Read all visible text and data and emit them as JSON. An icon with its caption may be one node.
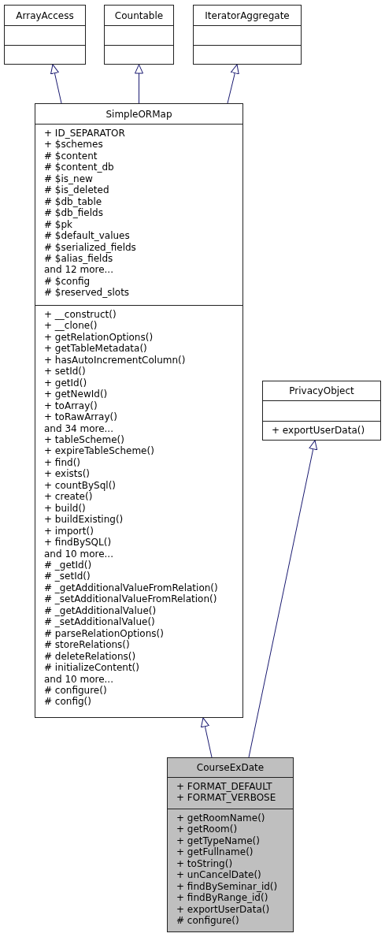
{
  "diagram": {
    "nodes": [
      {
        "text": [
          "ArrayAccess"
        ]
      },
      {
        "text": [],
        "shape": "box",
        "in": 0
      },
      {
        "text": [],
        "shape": "box",
        "in": 0
      },
      {
        "text": [
          "Countable"
        ]
      },
      {
        "text": [],
        "shape": "box",
        "in": 3
      },
      {
        "text": [],
        "shape": "box",
        "in": 3
      },
      {
        "text": [
          "IteratorAggregate"
        ]
      },
      {
        "text": [],
        "shape": "box",
        "in": 6
      },
      {
        "text": [],
        "shape": "box",
        "in": 6
      },
      {
        "text": [
          "SimpleORMap"
        ]
      },
      {
        "text": [
          "+ ID_SEPARATOR",
          "+ $schemes",
          "# $content",
          "# $content_db",
          "# $is_new",
          "# $is_deleted",
          "# $db_table",
          "# $db_fields",
          "# $pk",
          "# $default_values",
          "# $serialized_fields",
          "# $alias_fields",
          "and 12 more...",
          "# $config",
          "# $reserved_slots"
        ],
        "in": 9
      },
      {
        "text": [
          "+ __construct()",
          "+ __clone()",
          "+ getRelationOptions()",
          "+ getTableMetadata()",
          "+ hasAutoIncrementColumn()",
          "+ setId()",
          "+ getId()",
          "+ getNewId()",
          "+ toArray()",
          "+ toRawArray()",
          "and 34 more...",
          "+ tableScheme()",
          "+ expireTableScheme()",
          "+ find()",
          "+ exists()",
          "+ countBySql()",
          "+ create()",
          "+ build()",
          "+ buildExisting()",
          "+ import()",
          "+ findBySQL()",
          "and 10 more...",
          "# _getId()",
          "# _setId()",
          "# _getAdditionalValueFromRelation()",
          "# _setAdditionalValueFromRelation()",
          "# _getAdditionalValue()",
          "# _setAdditionalValue()",
          "# parseRelationOptions()",
          "# storeRelations()",
          "# deleteRelations()",
          "# initializeContent()",
          "and 10 more...",
          "# configure()",
          "# config()"
        ],
        "in": 9
      },
      {
        "text": [
          "PrivacyObject"
        ]
      },
      {
        "text": [],
        "shape": "box",
        "in": 12
      },
      {
        "text": [
          "+ exportUserData()"
        ],
        "in": 12
      },
      {
        "text": [
          "CourseExDate"
        ]
      },
      {
        "text": [
          "+ FORMAT_DEFAULT",
          "+ FORMAT_VERBOSE"
        ],
        "in": 15
      },
      {
        "text": [
          "+ getRoomName()",
          "+ getRoom()",
          "+ getTypeName()",
          "+ getFullname()",
          "+ toString()",
          "+ unCancelDate()",
          "+ findBySeminar_id()",
          "+ findByRange_id()",
          "+ exportUserData()",
          "# configure()"
        ],
        "in": 15
      }
    ],
    "edges": [
      {
        "from": 9,
        "to": 0,
        "arrow": "to"
      },
      {
        "from": 9,
        "to": 3,
        "arrow": "to"
      },
      {
        "from": 9,
        "to": 6,
        "arrow": "to"
      },
      {
        "from": 15,
        "to": 9,
        "arrow": "to"
      },
      {
        "from": 15,
        "to": 12,
        "arrow": "to"
      }
    ]
  }
}
